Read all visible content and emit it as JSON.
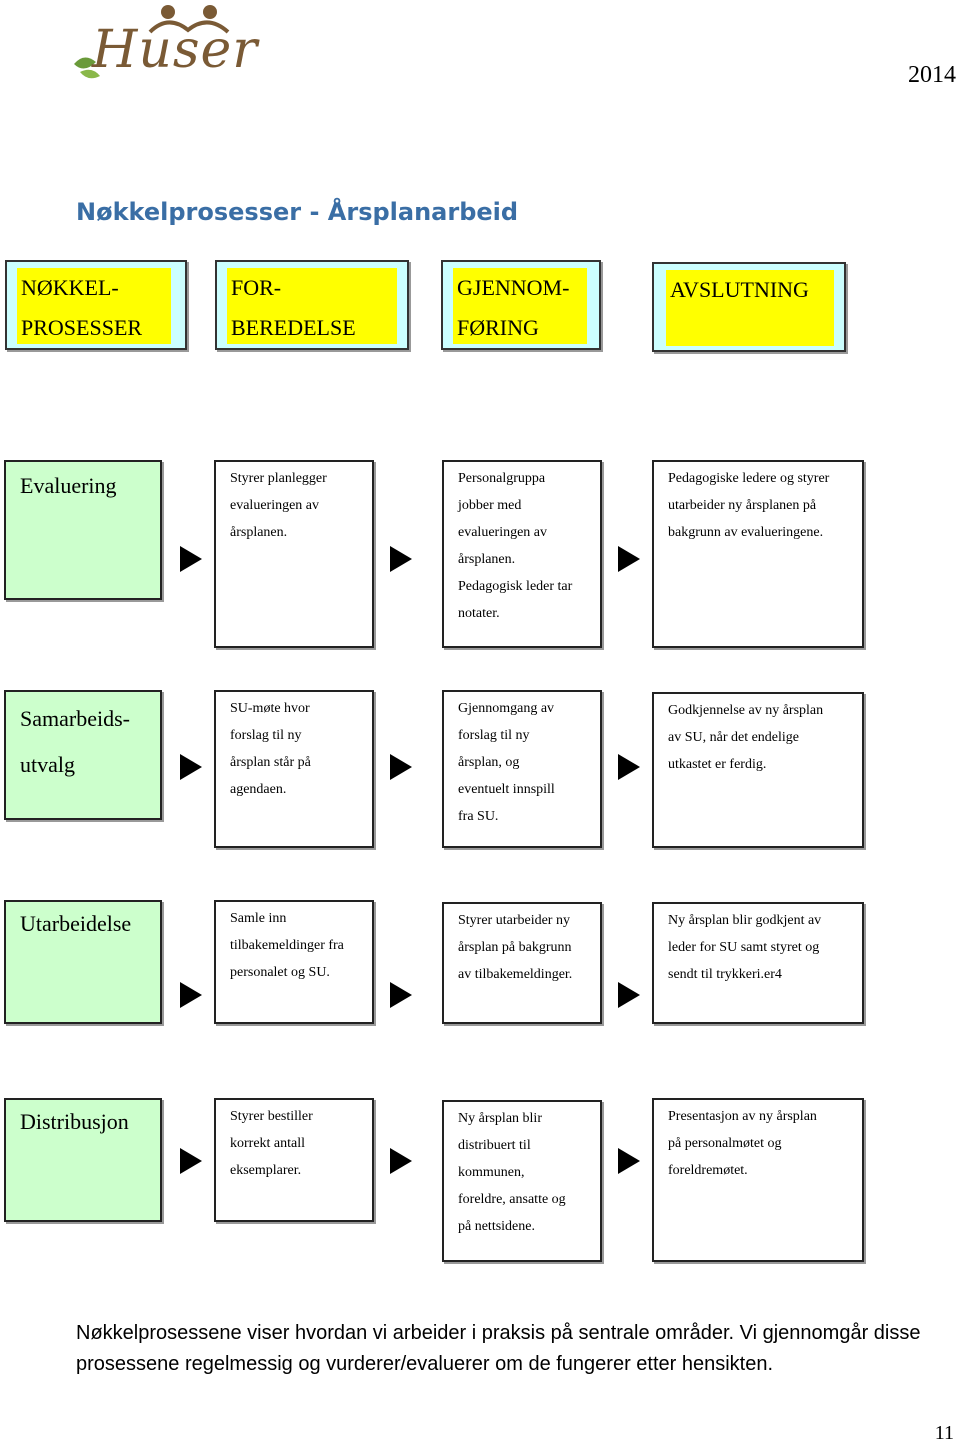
{
  "header": {
    "logo_text": "Huser",
    "year": "2014"
  },
  "title": "Nøkkelprosesser - Årsplanarbeid",
  "columns": [
    {
      "label": "NØKKEL-\nPROSESSER"
    },
    {
      "label": "FOR-\nBEREDELSE"
    },
    {
      "label": "GJENNOM-\nFØRING"
    },
    {
      "label": "AVSLUTNING"
    }
  ],
  "rows": [
    {
      "label": "Evaluering",
      "steps": [
        "Styrer planlegger\nevalueringen av\nårsplanen.",
        "Personalgruppa\njobber med\nevalueringen av\nårsplanen.\nPedagogisk leder tar\nnotater.",
        "Pedagogiske ledere og styrer\nutarbeider ny årsplanen på\nbakgrunn av evalueringene."
      ]
    },
    {
      "label": "Samarbeids-\nutvalg",
      "steps": [
        "SU-møte hvor\nforslag til ny\nårsplan står på\nagendaen.",
        "Gjennomgang av\nforslag til ny\nårsplan, og\neventuelt innspill\nfra SU.",
        "Godkjennelse av ny årsplan\nav SU, når det endelige\nutkastet er ferdig."
      ]
    },
    {
      "label": "Utarbeidelse",
      "steps": [
        "Samle inn\ntilbakemeldinger fra\npersonalet og SU.",
        "Styrer utarbeider ny\nårsplan på bakgrunn\nav tilbakemeldinger.",
        "Ny årsplan blir godkjent av\nleder for SU samt styret og\nsendt til trykkeri.er4"
      ]
    },
    {
      "label": "Distribusjon",
      "steps": [
        "Styrer bestiller\nkorrekt antall\neksemplarer.",
        "Ny årsplan blir\ndistribuert til\nkommunen,\nforeldre, ansatte og\npå nettsidene.",
        "Presentasjon av ny årsplan\npå personalmøtet og\nforeldremøtet."
      ]
    }
  ],
  "footer_text": "Nøkkelprosessene viser hvordan vi arbeider i praksis på sentrale områder.  Vi gjennomgår disse prosessene regelmessig og vurderer/evaluerer om de fungerer etter hensikten.",
  "page_number": "11",
  "colors": {
    "header_box": "#ccffff",
    "highlight": "#ffff00",
    "row_label_box": "#ccffcc",
    "title": "#3a6ea5",
    "logo": "#7a5a35"
  }
}
